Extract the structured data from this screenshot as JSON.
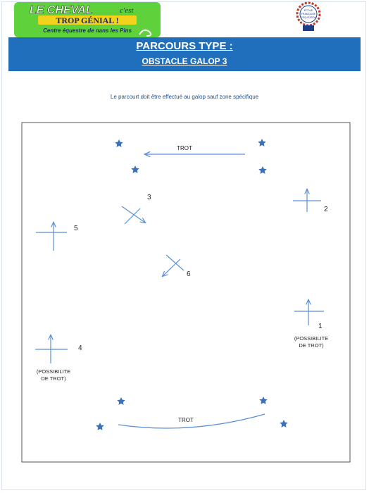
{
  "header": {
    "logo_line1": "LE CHEVAL",
    "logo_word_small": "c'est",
    "logo_line2": "TROP GÉNIAL !",
    "logo_line3": "Centre équestre de nans les Pins",
    "badge_text_1": "ÉCOLE",
    "badge_text_2": "FRANÇAISE",
    "badge_text_3": "D'ÉQUITATION"
  },
  "banner": {
    "title": "PARCOURS TYPE :",
    "subtitle": "OBSTACLE  GALOP 3"
  },
  "instruction": "Le parcourt doit être effectué au galop sauf zone spécifique",
  "arena": {
    "trot_top_label": "TROT",
    "trot_bottom_label": "TROT",
    "obstacles": [
      {
        "number": "1",
        "note_line1": "(POSSIBILITE",
        "note_line2": "DE TROT)"
      },
      {
        "number": "2"
      },
      {
        "number": "3"
      },
      {
        "number": "4",
        "note_line1": "(POSSIBILITE",
        "note_line2": "DE TROT)"
      },
      {
        "number": "5"
      },
      {
        "number": "6"
      }
    ]
  },
  "colors": {
    "banner_blue": "#1f6fbd",
    "arrow_blue": "#5b8fd6",
    "star_blue": "#3d72b8",
    "logo_green": "#5fd13a",
    "logo_yellow": "#f2d21b"
  }
}
